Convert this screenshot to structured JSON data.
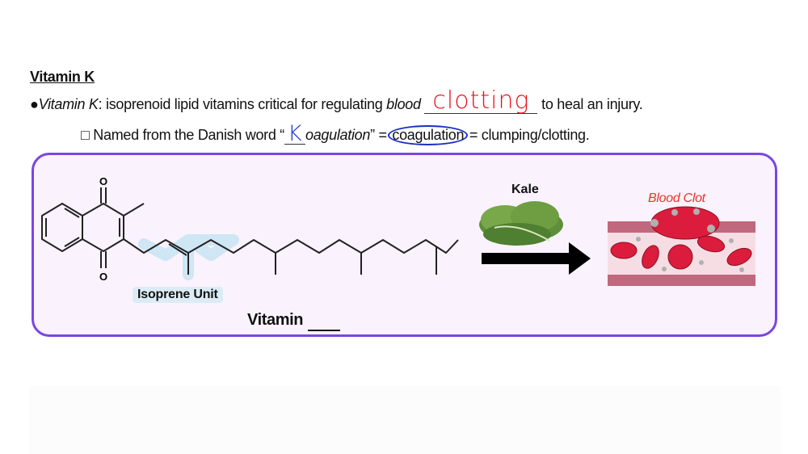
{
  "heading": "Vitamin K",
  "bullet": {
    "marker": "●",
    "term": "Vitamin K",
    "text_before": ": isoprenoid lipid vitamins critical for regulating ",
    "italic_word": "blood",
    "handwritten_answer": "clotting",
    "text_after": " to heal an injury."
  },
  "sub_bullet": {
    "marker": "□",
    "text_before": " Named from the Danish word “",
    "handwritten_letter": "K",
    "italic_word": "oagulation",
    "text_mid": "” = ",
    "circled_word": "coagulation",
    "text_after": " = clumping/clotting."
  },
  "figure": {
    "isoprene_label": "Isoprene Unit",
    "vitamin_label": "Vitamin",
    "kale_label": "Kale",
    "blood_clot_label": "Blood Clot",
    "oxygen_symbol": "O",
    "colors": {
      "border": "#7b45e0",
      "background": "#faf2fd",
      "handwriting_red": "#e8151c",
      "handwriting_blue": "#1a35d8",
      "clot_label": "#e8332a",
      "isoprene_highlight": "#cfe6f4"
    }
  }
}
